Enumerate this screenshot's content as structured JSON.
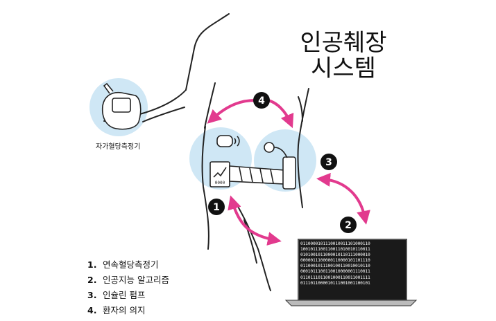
{
  "title": [
    "인공췌장",
    "시스템"
  ],
  "meter_label": "자가혈당측정기",
  "legend": [
    {
      "n": "1.",
      "label": "연속혈당측정기"
    },
    {
      "n": "2.",
      "label": "인공지능 알고리즘"
    },
    {
      "n": "3.",
      "label": "인슐린 펌프"
    },
    {
      "n": "4.",
      "label": "환자의 의지"
    }
  ],
  "badges": [
    "1",
    "2",
    "3",
    "4"
  ],
  "cgm_display": "0000",
  "laptop_code": [
    "0110000101110010011101000110",
    "1001011100110011010010110011",
    "0101001011000010110111000010",
    "0000011100000110000101101110",
    "0110001011100100110010010110",
    "0001011100110010000001110011",
    "0110111011001000110011001111",
    "0111011000010111001001100101"
  ],
  "colors": {
    "arrow": "#e23a8e",
    "circle": "#cfe7f5",
    "line": "#222222",
    "screen": "#1a1a1a"
  }
}
